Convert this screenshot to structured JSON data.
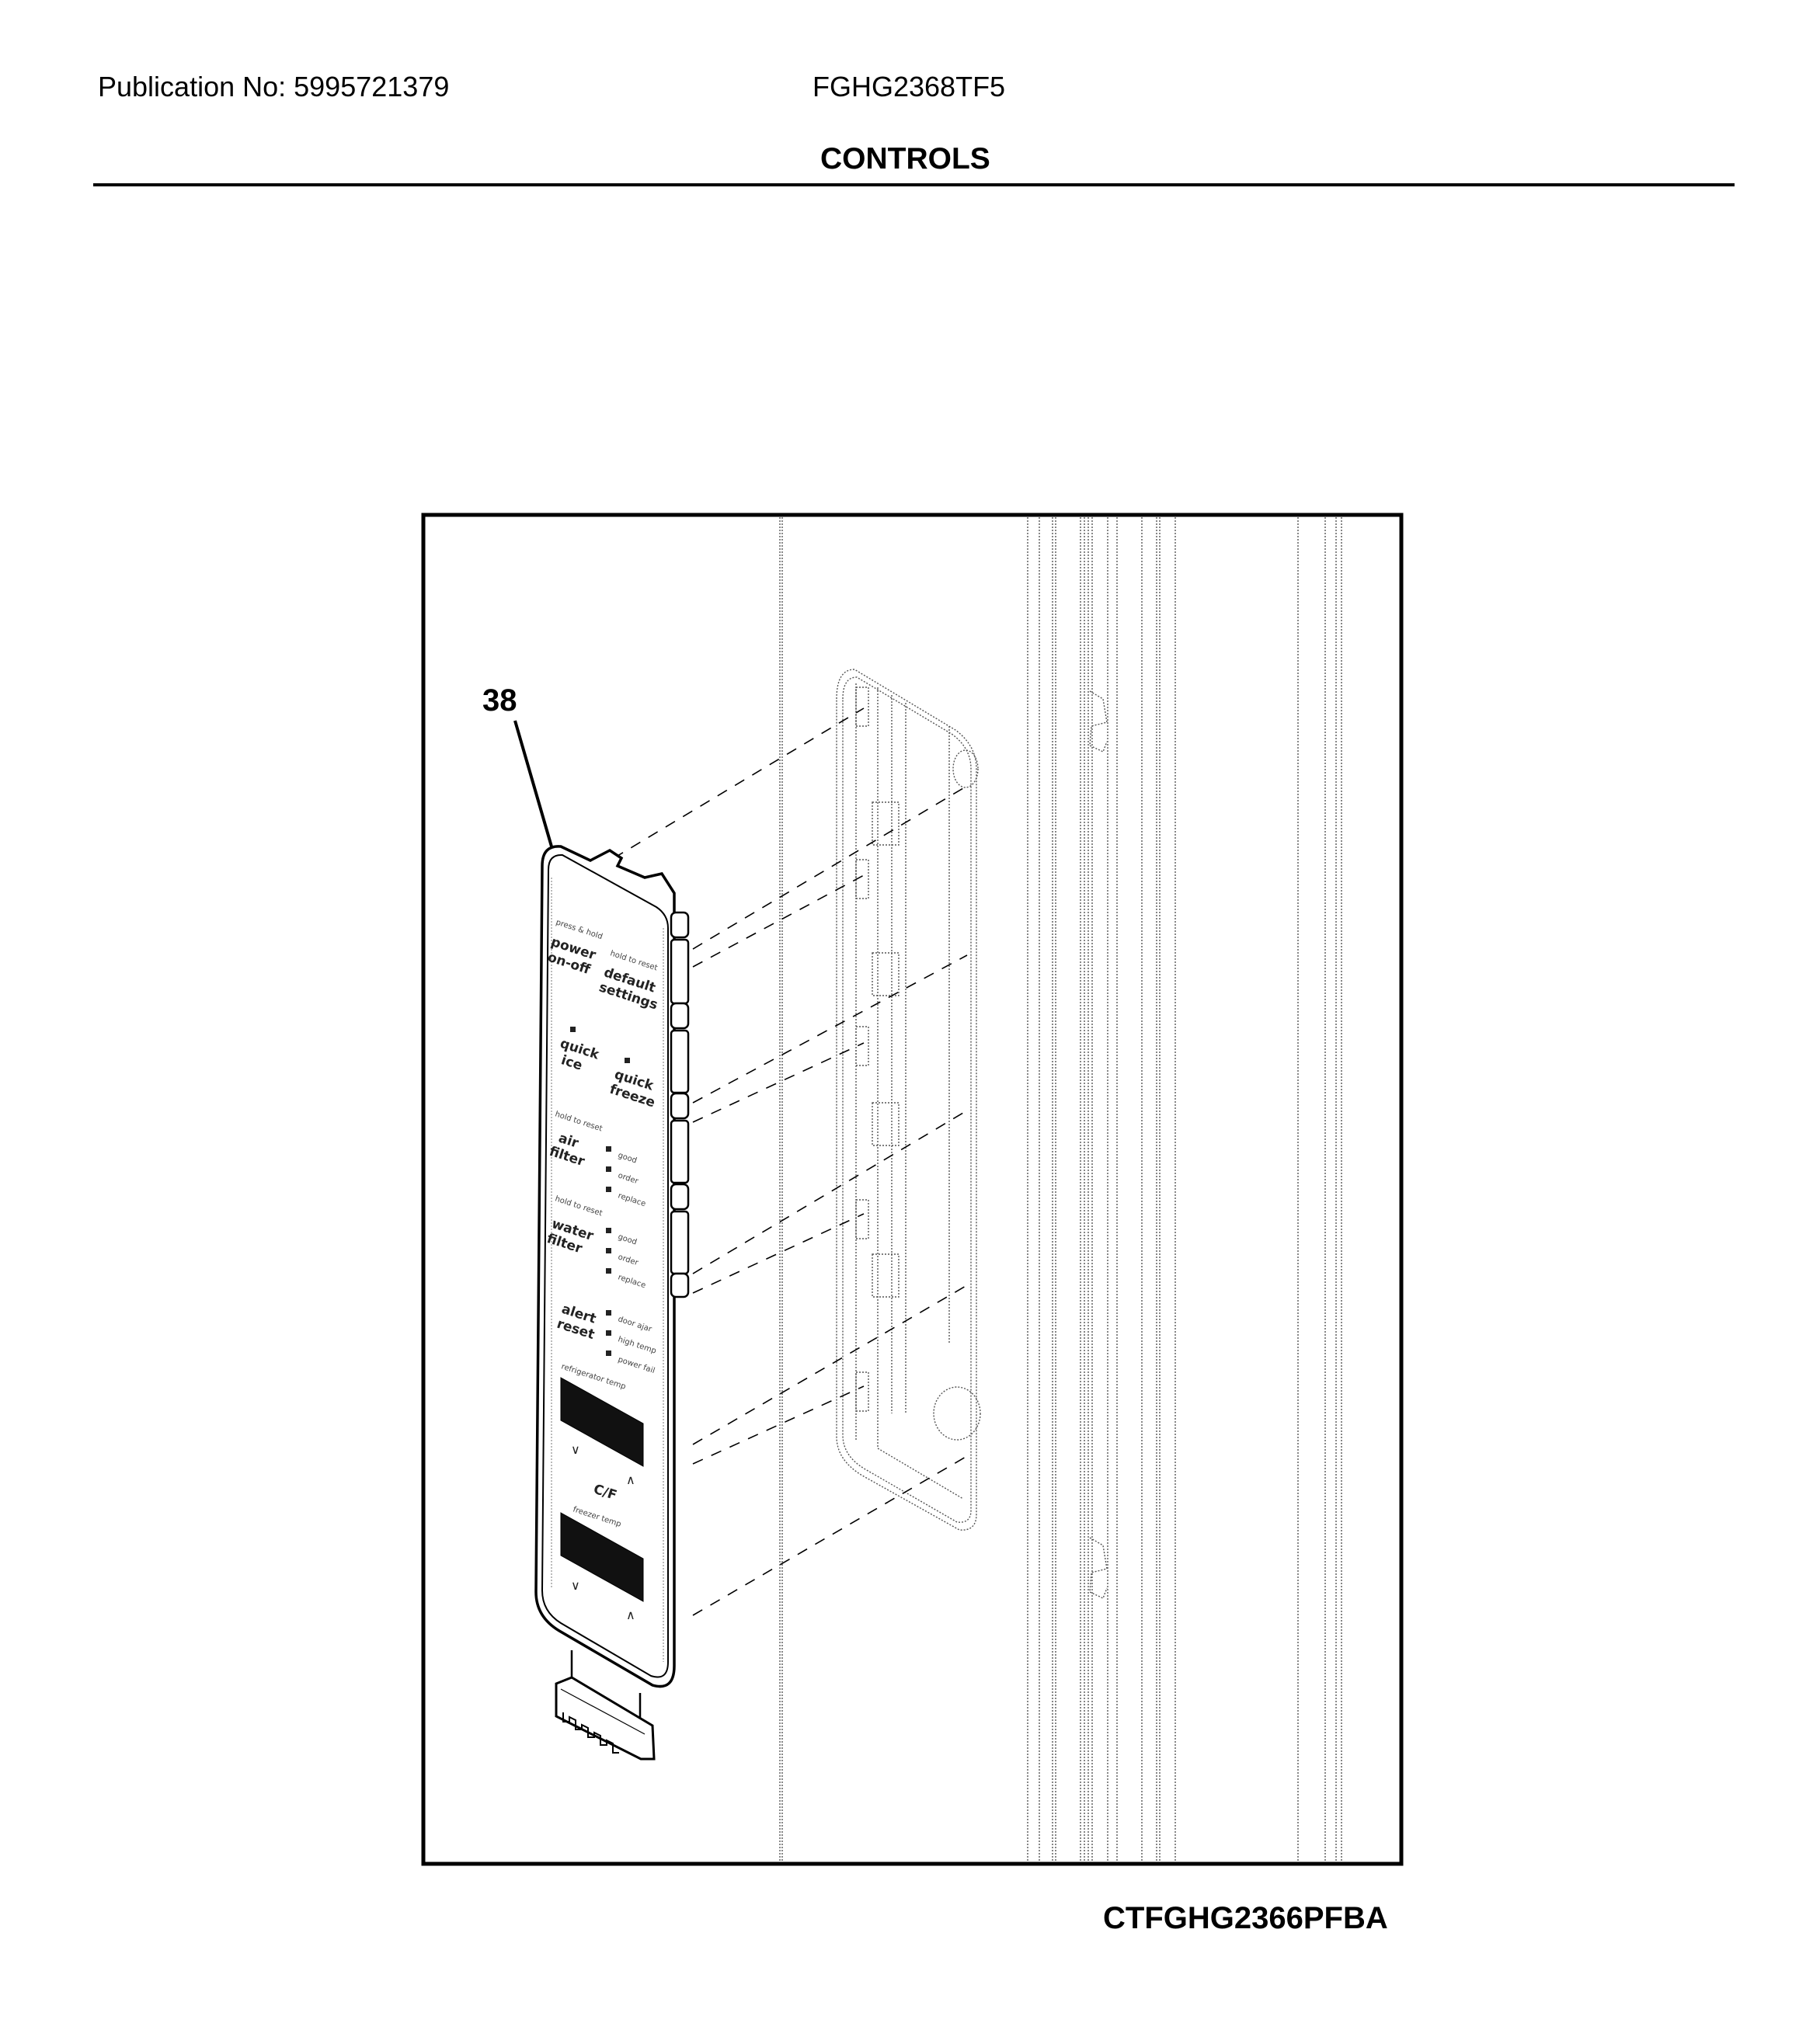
{
  "header": {
    "publication": "Publication No: 5995721379",
    "model": "FGHG2368TF5",
    "section_title": "CONTROLS"
  },
  "figure": {
    "callout": "38",
    "caption": "CTFGHG2366PFBA",
    "panel": {
      "buttons": [
        {
          "hint": "press & hold",
          "label_line1": "power",
          "label_line2": "on-off"
        },
        {
          "hint": "hold to reset",
          "label_line1": "default",
          "label_line2": "settings"
        },
        {
          "hint": "",
          "label_line1": "quick",
          "label_line2": "ice"
        },
        {
          "hint": "",
          "label_line1": "quick",
          "label_line2": "freeze"
        },
        {
          "hint": "hold to reset",
          "label_line1": "air",
          "label_line2": "filter"
        },
        {
          "hint": "hold to reset",
          "label_line1": "water",
          "label_line2": "filter"
        },
        {
          "hint": "",
          "label_line1": "alert",
          "label_line2": "reset"
        }
      ],
      "air_filter_status": [
        "good",
        "order",
        "replace"
      ],
      "water_filter_status": [
        "good",
        "order",
        "replace"
      ],
      "alert_status": [
        "door ajar",
        "high temp",
        "power fail"
      ],
      "refrigerator_display_label": "refrigerator temp",
      "freezer_display_label": "freezer temp",
      "unit_toggle": "C/F",
      "down_arrow": "∨",
      "up_arrow": "∧"
    }
  }
}
